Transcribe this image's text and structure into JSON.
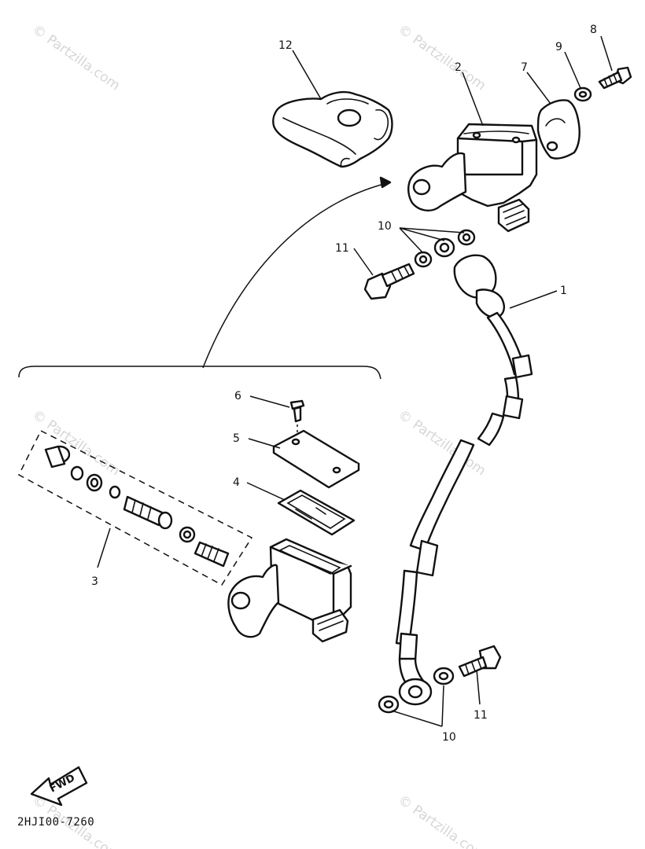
{
  "watermark": "© Partzilla.com",
  "diagram_code": "2HJI00-7260",
  "fwd_label": "FWD",
  "callouts": {
    "c1": "1",
    "c2": "2",
    "c3": "3",
    "c4": "4",
    "c5": "5",
    "c6": "6",
    "c7": "7",
    "c8": "8",
    "c9": "9",
    "c10a": "10",
    "c10b": "10",
    "c11a": "11",
    "c11b": "11",
    "c12": "12"
  }
}
